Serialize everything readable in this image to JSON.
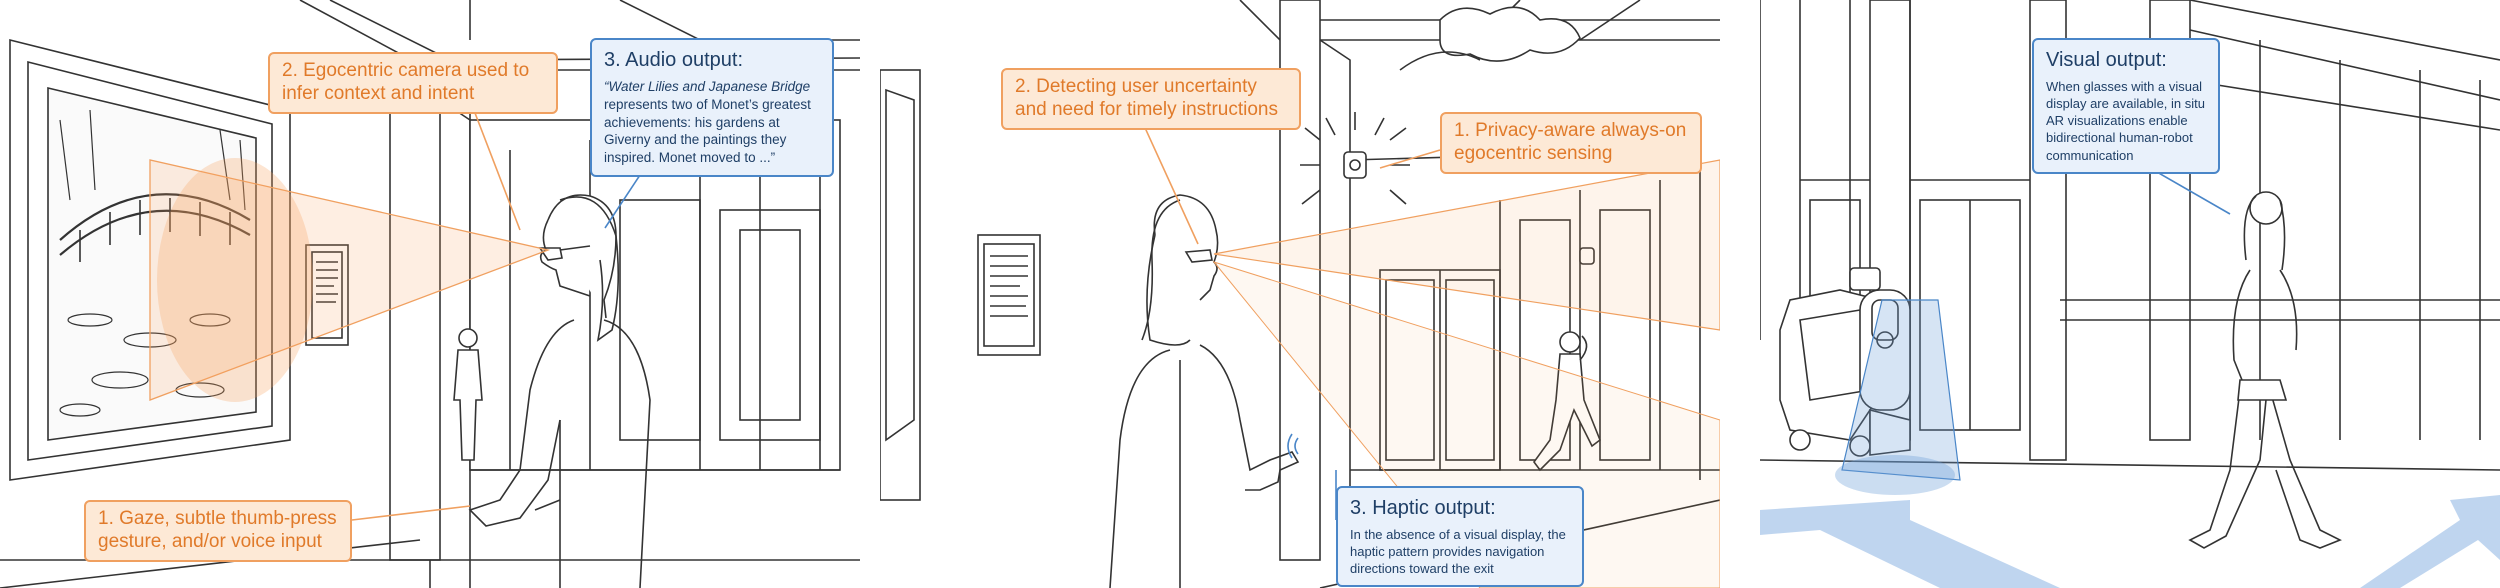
{
  "callouts": {
    "gaze": "1. Gaze, subtle thumb-press gesture, and/or voice input",
    "egocentric_camera": "2. Egocentric camera used to infer context and intent",
    "audio_title": "3. Audio output:",
    "audio_quote_italic": "“Water Lilies and Japanese Bridge",
    "audio_quote_rest": " represents two of Monet’s greatest achievements: his gardens at Giverny and the paintings they inspired. Monet moved to ...”",
    "uncertainty": "2. Detecting user uncertainty and need for timely instructions",
    "privacy": "1. Privacy-aware always-on egocentric sensing",
    "haptic_title": "3. Haptic output:",
    "haptic_body": "In the absence of a visual display, the haptic pattern provides navigation directions toward the exit",
    "visual_title": "Visual output:",
    "visual_body": "When glasses with a visual display are available, in situ AR visualizations enable bidirectional human-robot communication"
  },
  "colors": {
    "orange_accent": "#f0a060",
    "orange_text": "#e07a2a",
    "orange_fill": "#fde9d6",
    "blue_accent": "#4a86c8",
    "blue_fill": "#e9f1fb",
    "line_art": "#333333"
  },
  "icons": {
    "smoke": "smoke-cloud-icon",
    "alarm": "fire-alarm-icon",
    "robot": "service-robot-icon",
    "arrow": "navigation-arrow-icon"
  }
}
